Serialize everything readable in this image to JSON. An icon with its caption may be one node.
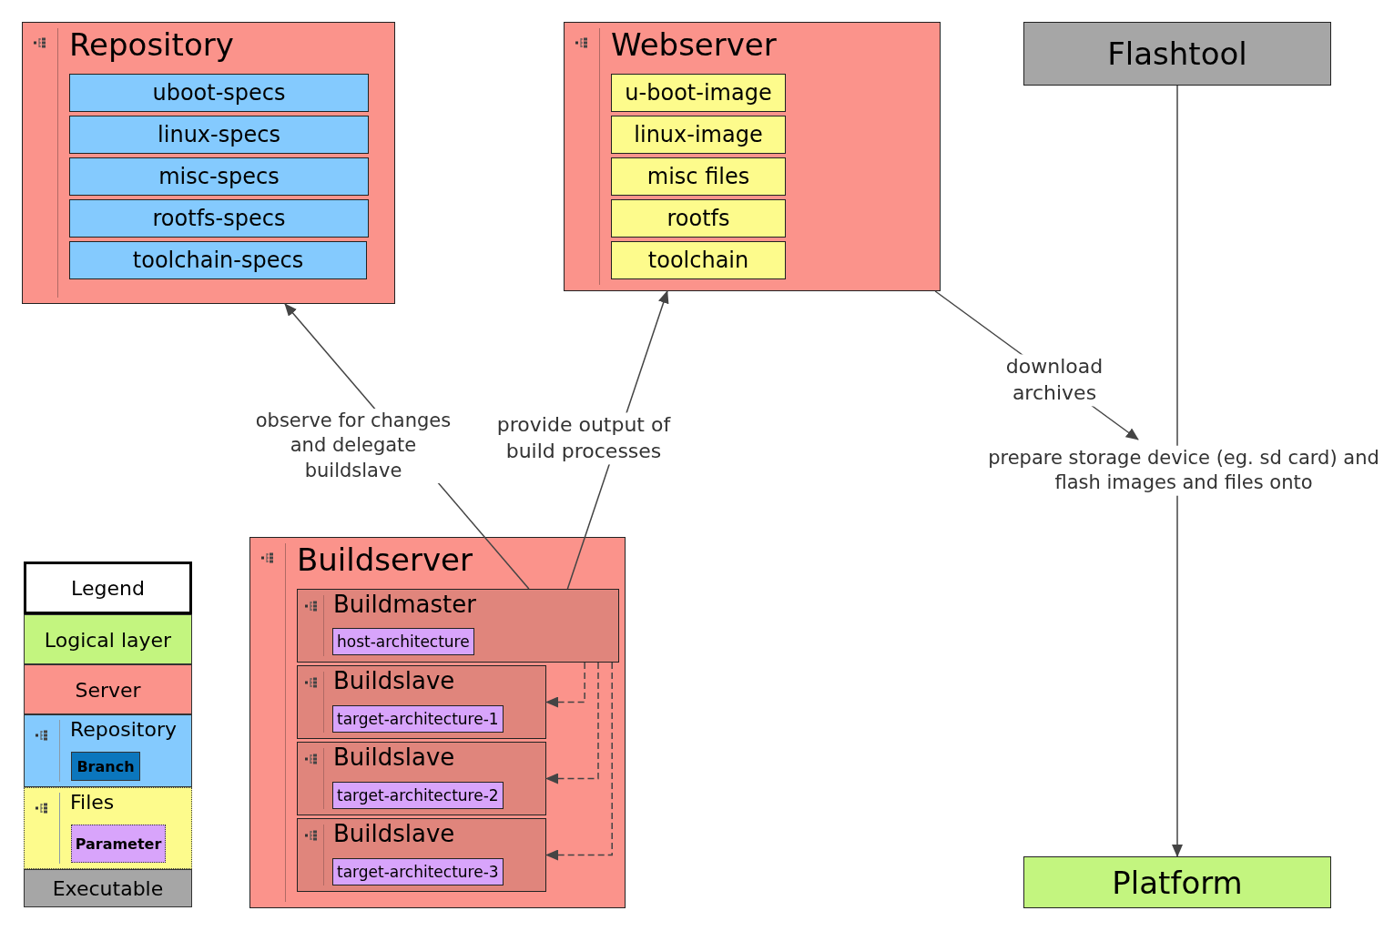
{
  "diagram": {
    "nodes": [
      {
        "text": [
          "Repository"
        ]
      },
      {
        "text": [
          "uboot-specs"
        ],
        "in": 0
      },
      {
        "text": [
          "linux-specs"
        ],
        "in": 0
      },
      {
        "text": [
          "misc-specs"
        ],
        "in": 0
      },
      {
        "text": [
          "rootfs-specs"
        ],
        "in": 0
      },
      {
        "text": [
          "toolchain-specs"
        ],
        "in": 0
      },
      {
        "text": [
          "Webserver"
        ]
      },
      {
        "text": [
          "u-boot-image"
        ],
        "in": 6
      },
      {
        "text": [
          "linux-image"
        ],
        "in": 6
      },
      {
        "text": [
          "misc files"
        ],
        "in": 6
      },
      {
        "text": [
          "rootfs"
        ],
        "in": 6
      },
      {
        "text": [
          "toolchain"
        ],
        "in": 6
      },
      {
        "text": [
          "Flashtool"
        ]
      },
      {
        "text": [
          "Buildserver"
        ]
      },
      {
        "text": [
          "Buildmaster"
        ],
        "in": 13
      },
      {
        "text": [
          "host-architecture"
        ],
        "in": 14
      },
      {
        "text": [
          "Buildslave"
        ],
        "in": 13
      },
      {
        "text": [
          "target-architecture-1"
        ],
        "in": 16
      },
      {
        "text": [
          "Buildslave"
        ],
        "in": 13
      },
      {
        "text": [
          "target-architecture-2"
        ],
        "in": 18
      },
      {
        "text": [
          "Buildslave"
        ],
        "in": 13
      },
      {
        "text": [
          "target-architecture-3"
        ],
        "in": 20
      },
      {
        "text": [
          "Platform"
        ]
      }
    ],
    "edges": [
      {
        "from": 14,
        "to": 0,
        "arrow": "to",
        "label": "observe for changes and delegate buildslave"
      },
      {
        "from": 14,
        "to": 6,
        "arrow": "to",
        "label": "provide output of build processes"
      },
      {
        "from": 14,
        "to": 16,
        "arrow": "to",
        "style": "dashed"
      },
      {
        "from": 14,
        "to": 18,
        "arrow": "to",
        "style": "dashed"
      },
      {
        "from": 14,
        "to": 20,
        "arrow": "to",
        "style": "dashed"
      },
      {
        "from": 6,
        "to": null,
        "arrow": "to",
        "label": "download archives"
      },
      {
        "from": 12,
        "to": 22,
        "arrow": "to",
        "label": "prepare storage device (eg. sd card) and flash images and files onto"
      }
    ],
    "labels": [
      "Legend"
    ],
    "legend": [
      {
        "text": "Logical layer",
        "color": "#c3f57f"
      },
      {
        "text": "Server",
        "color": "#fb938b"
      },
      {
        "text": "Repository",
        "color": "#84cafe"
      },
      {
        "text": "Branch",
        "color": "#0b76bd"
      },
      {
        "text": "Files",
        "color": "#fdfb8c"
      },
      {
        "text": "Parameter",
        "color": "#d8a4fb"
      },
      {
        "text": "Executable",
        "color": "#a6a6a6"
      }
    ]
  }
}
